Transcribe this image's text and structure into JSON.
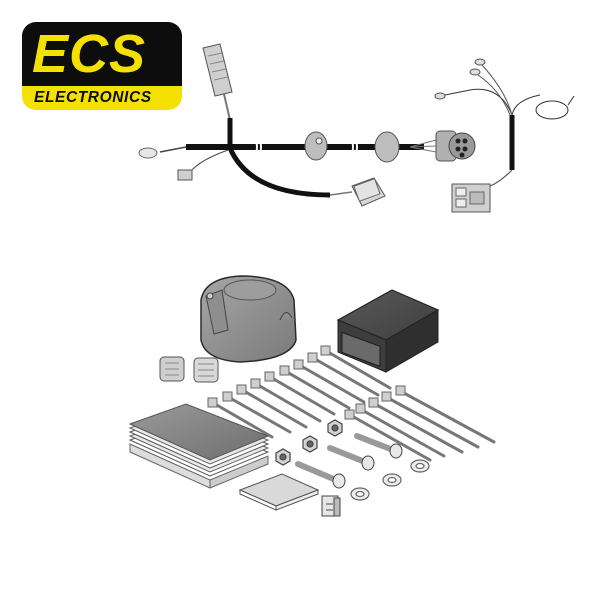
{
  "brand": {
    "name": "ECS",
    "subtitle": "ELECTRONICS",
    "colors": {
      "yellow": "#f5e100",
      "black": "#0d0d0d"
    }
  },
  "product": {
    "description": "Towbar electrical wiring kit illustration",
    "harness": {
      "components": [
        "connector-plug-top",
        "ring-terminal",
        "small-plug",
        "grommet-1",
        "grommet-2",
        "13-pin-round-connector",
        "vehicle-connector-middle",
        "vehicle-connector-right",
        "flying-lead-terminals"
      ]
    },
    "parts": [
      "trailer-socket-13-pin",
      "control-module",
      "cable-ties",
      "wire-clips",
      "adhesive-foam-pads",
      "foam-square",
      "hex-nuts",
      "bolts",
      "lock-washers",
      "blade-fuse"
    ],
    "colors": {
      "cable": "#111111",
      "part_gray": "#8c8c8c",
      "part_light": "#d2d2d2",
      "module_dark": "#4b4b4b",
      "outline": "#2b2b2b"
    }
  }
}
